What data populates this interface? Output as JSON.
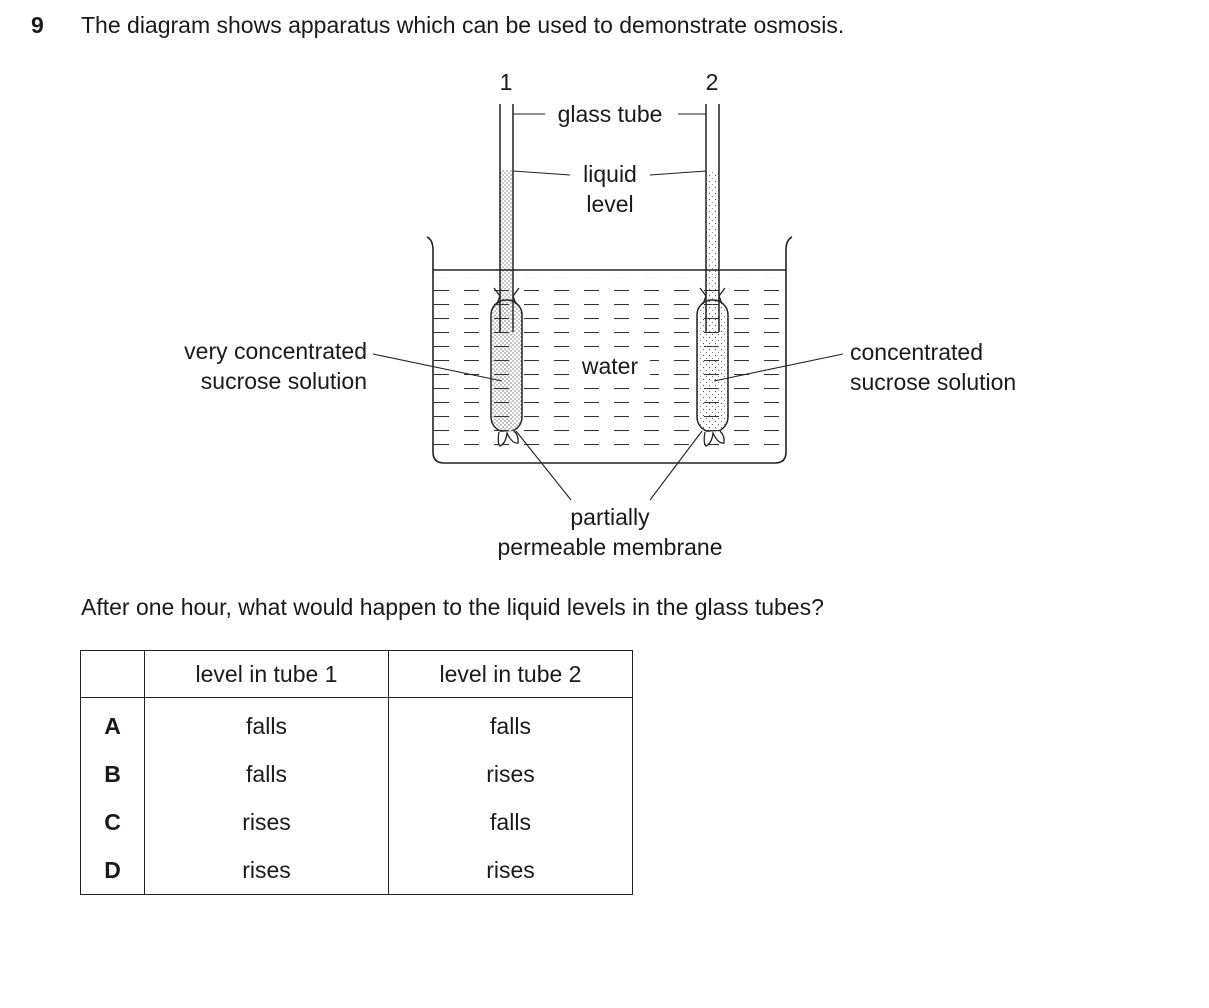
{
  "question": {
    "number": "9",
    "intro": "The diagram shows apparatus which can be used to demonstrate osmosis.",
    "prompt": "After one hour, what would happen to the liquid levels in the glass tubes?"
  },
  "diagram": {
    "tube1_label": "1",
    "tube2_label": "2",
    "glass_tube_label": "glass tube",
    "liquid_level_line1": "liquid",
    "liquid_level_line2": "level",
    "water_label": "water",
    "left_solution_line1": "very concentrated",
    "left_solution_line2": "sucrose solution",
    "right_solution_line1": "concentrated",
    "right_solution_line2": "sucrose solution",
    "membrane_line1": "partially",
    "membrane_line2": "permeable membrane"
  },
  "table": {
    "headers": [
      "",
      "level in tube 1",
      "level in tube 2"
    ],
    "rows": [
      {
        "option": "A",
        "tube1": "falls",
        "tube2": "falls"
      },
      {
        "option": "B",
        "tube1": "falls",
        "tube2": "rises"
      },
      {
        "option": "C",
        "tube1": "rises",
        "tube2": "falls"
      },
      {
        "option": "D",
        "tube1": "rises",
        "tube2": "rises"
      }
    ]
  }
}
